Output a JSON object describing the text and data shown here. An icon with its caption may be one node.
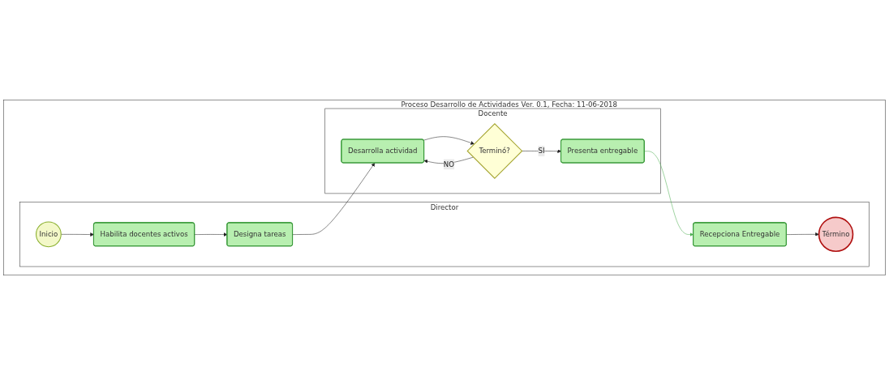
{
  "diagram": {
    "nodes": [
      {
        "text": [
          "Proceso Desarrollo de Actividades Ver. 0.1, Fecha: 11-06-2018"
        ]
      },
      {
        "text": [
          "Director"
        ],
        "in": 0
      },
      {
        "text": [
          "Docente"
        ],
        "in": 0
      },
      {
        "text": [
          "Inicio"
        ],
        "in": 1
      },
      {
        "text": [
          "Habilita docentes activos"
        ],
        "in": 1
      },
      {
        "text": [
          "Designa tareas"
        ],
        "in": 1
      },
      {
        "text": [
          "Término"
        ],
        "in": 1
      },
      {
        "text": [
          "Recepciona Entregable"
        ],
        "in": 1
      },
      {
        "text": [
          "Desarrolla actividad"
        ],
        "in": 2
      },
      {
        "text": [
          "Terminó?"
        ],
        "in": 2
      },
      {
        "text": [
          "Presenta entregable"
        ],
        "in": 2
      }
    ],
    "edges": [
      {
        "from": 3,
        "to": 4,
        "arrow": "to"
      },
      {
        "from": 4,
        "to": 5,
        "arrow": "to"
      },
      {
        "from": 5,
        "to": 8,
        "arrow": "to"
      },
      {
        "from": 8,
        "to": 9,
        "arrow": "to"
      },
      {
        "from": 9,
        "to": 8,
        "arrow": "to",
        "label": "NO"
      },
      {
        "from": 9,
        "to": 10,
        "arrow": "to",
        "label": "SI"
      },
      {
        "from": 10,
        "to": 7,
        "arrow": "to",
        "color": "#4caf50"
      },
      {
        "from": 7,
        "to": 6,
        "arrow": "to"
      }
    ]
  }
}
